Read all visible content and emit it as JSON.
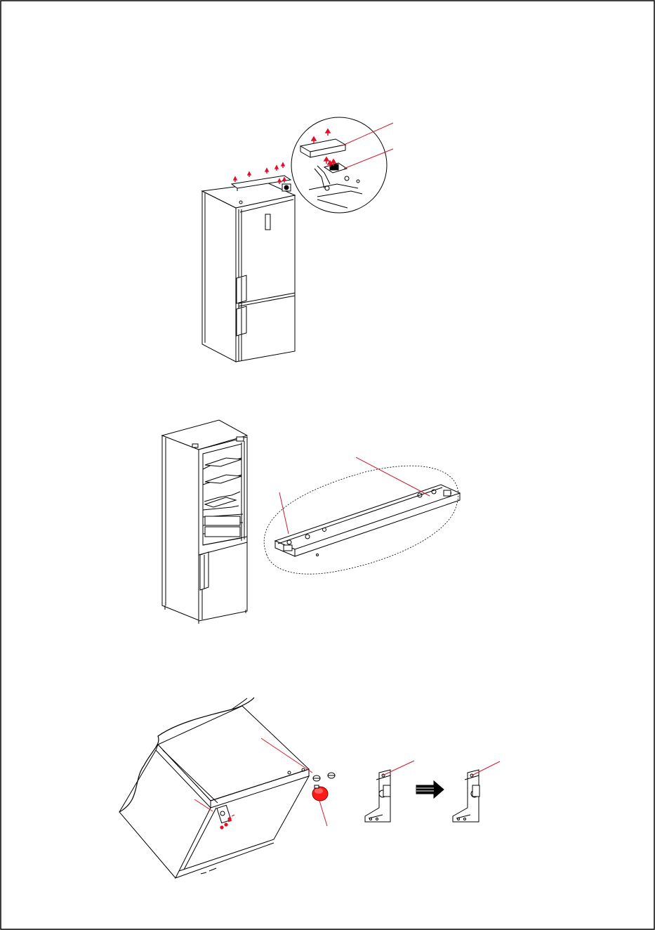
{
  "document": {
    "type": "installation-manual-page",
    "figures": [
      {
        "id": "fig-top-hinge-cover",
        "callouts": 2
      },
      {
        "id": "fig-hinge-plate-detail",
        "callouts": 2
      },
      {
        "id": "fig-bottom-hinge",
        "callouts": 4
      }
    ]
  },
  "colors": {
    "line": "#000000",
    "accent": "#e0102a",
    "leader": "#d21a2e",
    "knob": "#ff1a1a"
  },
  "icons": [
    "arrow-right-icon",
    "screw-icon",
    "red-arrow-icon"
  ]
}
